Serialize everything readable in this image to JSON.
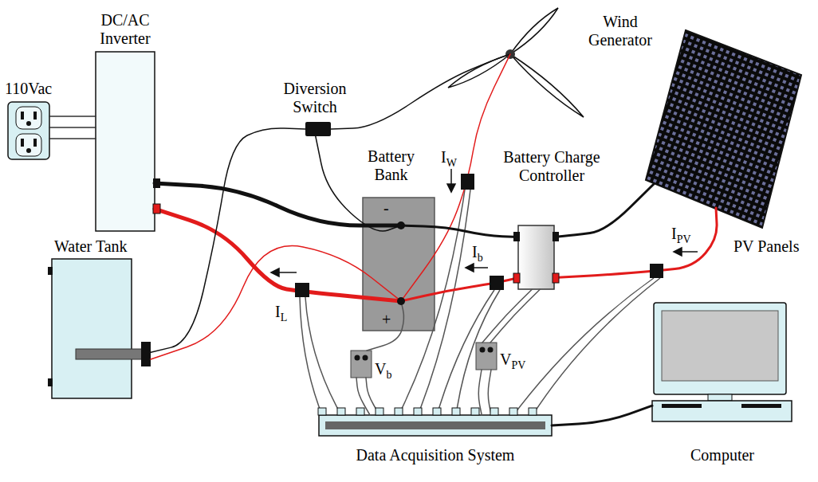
{
  "diagram": {
    "nodes": [
      {
        "text": [
          "110Vac"
        ]
      },
      {
        "text": [
          "DC/AC Inverter"
        ]
      },
      {
        "text": [
          "Diversion Switch"
        ]
      },
      {
        "text": [
          "Wind Generator"
        ]
      },
      {
        "text": [
          "Battery Bank",
          "-",
          "+"
        ]
      },
      {
        "text": [
          "Battery Charge Controller"
        ]
      },
      {
        "text": [
          "PV Panels"
        ]
      },
      {
        "text": [
          "Water Tank"
        ]
      },
      {
        "text": [
          "Vb"
        ]
      },
      {
        "text": [
          "VPV"
        ]
      },
      {
        "text": [
          "Data Acquisition System"
        ]
      },
      {
        "text": [
          "Computer"
        ]
      }
    ],
    "edges": [
      {
        "from": 0,
        "to": 1,
        "arrow": "none"
      },
      {
        "from": 1,
        "to": 4,
        "arrow": "none"
      },
      {
        "from": 1,
        "to": 4,
        "arrow": "none"
      },
      {
        "from": 2,
        "to": 3,
        "arrow": "none"
      },
      {
        "from": 2,
        "to": 4,
        "arrow": "none"
      },
      {
        "from": 3,
        "to": 4,
        "arrow": "none"
      },
      {
        "from": 5,
        "to": 4,
        "arrow": "none"
      },
      {
        "from": 5,
        "to": 4,
        "arrow": "none"
      },
      {
        "from": 6,
        "to": 5,
        "arrow": "none"
      },
      {
        "from": 6,
        "to": 5,
        "arrow": "none"
      },
      {
        "from": 7,
        "to": 2,
        "arrow": "none"
      },
      {
        "from": 7,
        "to": 4,
        "arrow": "none"
      },
      {
        "from": 8,
        "to": 4,
        "arrow": "none"
      },
      {
        "from": 8,
        "to": 10,
        "arrow": "none"
      },
      {
        "from": 9,
        "to": 10,
        "arrow": "none"
      },
      {
        "from": 9,
        "to": 5,
        "arrow": "none"
      },
      {
        "from": 10,
        "to": 11,
        "arrow": "none"
      }
    ],
    "labels": [
      "IW",
      "Ib",
      "IPV",
      "IL"
    ]
  }
}
